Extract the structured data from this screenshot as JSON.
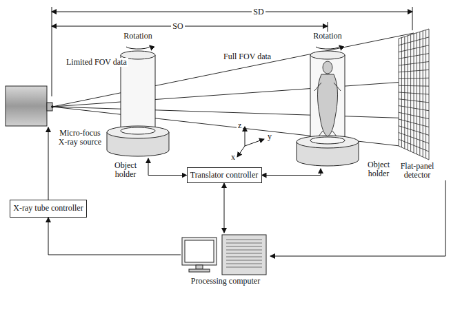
{
  "diagram": {
    "nodes": [
      {
        "text": [
          "Micro-focus X-ray source"
        ]
      },
      {
        "text": [
          "X-ray tube controller"
        ]
      },
      {
        "text": [
          "Object holder"
        ]
      },
      {
        "text": [
          "Object holder"
        ]
      },
      {
        "text": [
          "Translator controller"
        ]
      },
      {
        "text": [
          "Flat-panel detector"
        ]
      },
      {
        "text": [
          "Processing computer"
        ]
      }
    ],
    "edges": [
      {
        "from": 1,
        "to": 0,
        "arrow": "to"
      },
      {
        "from": 6,
        "to": 1,
        "arrow": "to"
      },
      {
        "from": 4,
        "to": 2,
        "arrow": "both"
      },
      {
        "from": 4,
        "to": 3,
        "arrow": "both"
      },
      {
        "from": 4,
        "to": 6,
        "arrow": "both"
      },
      {
        "from": 5,
        "to": 6,
        "arrow": "to"
      }
    ],
    "labels": [
      "SD",
      "SO",
      "Rotation",
      "Rotation",
      "Limited FOV data",
      "Full FOV data",
      "z",
      "y",
      "x"
    ]
  }
}
